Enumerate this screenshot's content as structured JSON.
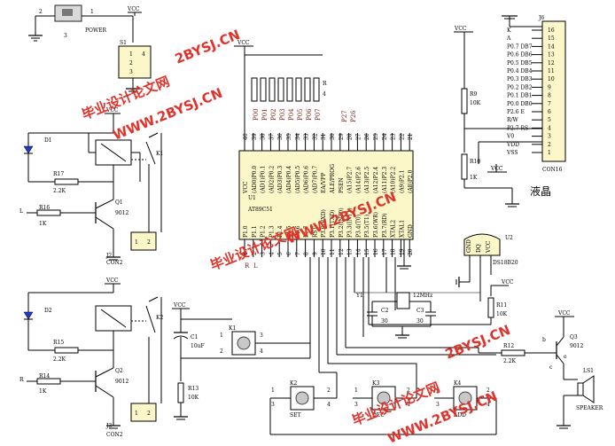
{
  "schematic": {
    "power": {
      "ref": "POWER",
      "pin_left": "2",
      "pin_right": "1",
      "pin_bottom": "3",
      "vcc": "VCC"
    },
    "switch_s1": {
      "ref": "S1",
      "pins": [
        "1",
        "2",
        "3",
        "4"
      ]
    },
    "mcu": {
      "ref": "U1",
      "part": "AT89C51",
      "vcc": "VCC",
      "top_pins": [
        "40",
        "39",
        "38",
        "37",
        "36",
        "35",
        "34",
        "33",
        "32",
        "31",
        "30",
        "29",
        "28",
        "27",
        "26",
        "25",
        "24",
        "23",
        "22",
        "21"
      ],
      "top_labels": [
        "VCC",
        "(AD0)P0.0",
        "(AD1)P0.1",
        "(AD2)P0.2",
        "(AD3)P0.3",
        "(AD4)P0.4",
        "(AD5)P0.5",
        "(AD6)P0.6",
        "(AD7)P0.7",
        "EA/VPP",
        "ALE/PROG",
        "PSEN",
        "(A15)P2.7",
        "(A14)P2.6",
        "(A13)P2.5",
        "(A12)P2.4",
        "(A11)P2.3",
        "(A10)P2.2",
        "(A9)P2.1",
        "(A8)P2.0"
      ],
      "bottom_pins": [
        "1",
        "2",
        "3",
        "4",
        "5",
        "6",
        "7",
        "8",
        "9",
        "10",
        "11",
        "12",
        "13",
        "14",
        "15",
        "16",
        "17",
        "18",
        "19",
        "20"
      ],
      "bottom_labels": [
        "P1.0",
        "P1.1",
        "P1.2",
        "P1.3",
        "P1.4",
        "P1.5",
        "P1.6",
        "P1.7",
        "RST",
        "P3.0(RXD)",
        "P3.1(TXD)",
        "P3.2(INT0)",
        "P3.3(INT1)",
        "P3.4(T0)",
        "P3.5(T1)",
        "P3.6(WR)",
        "P3.7(RD)",
        "XTAL2",
        "XTAL1",
        "GND"
      ],
      "port0_nets": [
        "P00",
        "P01",
        "P02",
        "P03",
        "P04",
        "P05",
        "P06",
        "P07"
      ],
      "p2_nets": [
        "P27",
        "P26"
      ],
      "p1_nets": [
        "R",
        "L"
      ]
    },
    "respack": {
      "ref": "R",
      "count": "4"
    },
    "lcd": {
      "ref": "J6",
      "part": "CON16",
      "caption": "液晶",
      "vcc": "VCC",
      "pins": [
        "16",
        "15",
        "14",
        "13",
        "12",
        "11",
        "10",
        "9",
        "8",
        "7",
        "6",
        "5",
        "4",
        "3",
        "2",
        "1"
      ],
      "nets": [
        "K",
        "A",
        "P0.7 DB7",
        "P0.6 DB6",
        "P0.5 DB5",
        "P0.4 DB4",
        "P0.3 DB3",
        "P0.2 DB2",
        "P0.1 DB1",
        "P0.0 DB0",
        "P2.6 E",
        "R/W",
        "P2.7 RS",
        "V0",
        "VDD",
        "VSS"
      ]
    },
    "r9": {
      "ref": "R9",
      "value": "10K"
    },
    "r10": {
      "ref": "R10",
      "value": "1K"
    },
    "vcc_lcd": "VCC",
    "relay1": {
      "d_ref": "D1",
      "r_ref": "R17",
      "r_val": "2.2K",
      "rb_ref": "R16",
      "rb_val": "1K",
      "q_ref": "Q1",
      "q_val": "9012",
      "k_ref": "K1",
      "j_ref": "J2",
      "j_part": "CON2",
      "net": "L",
      "vcc": "VCC",
      "pins": [
        "1",
        "2"
      ]
    },
    "relay2": {
      "d_ref": "D2",
      "r_ref": "R15",
      "r_val": "2.2K",
      "rb_ref": "R14",
      "rb_val": "1K",
      "q_ref": "Q2",
      "q_val": "9012",
      "k_ref": "K2",
      "j_ref": "J3",
      "j_part": "CON2",
      "net": "R",
      "vcc": "VCC",
      "pins": [
        "1",
        "2"
      ]
    },
    "reset": {
      "vcc": "VCC",
      "c_ref": "C1",
      "c_val": "10uF",
      "r_ref": "R13",
      "r_val": "10K",
      "k_ref": "K1",
      "pins": [
        "1",
        "2",
        "3",
        "4"
      ]
    },
    "crystal": {
      "ref": "Y1",
      "value": "12MHz",
      "c2_ref": "C2",
      "c2_val": "30",
      "c3_ref": "C3",
      "c3_val": "30"
    },
    "sensor": {
      "ref": "U2",
      "part": "DS18B20",
      "pins": [
        "GND",
        "DQ",
        "VCC"
      ],
      "vcc": "VCC",
      "r_ref": "R11",
      "r_val": "10K"
    },
    "buzzer": {
      "vcc": "VCC",
      "q_ref": "Q3",
      "q_val": "9012",
      "r_ref": "R12",
      "r_val": "2.2K",
      "ls_ref": "LS1",
      "ls_part": "SPEAKER",
      "b": "b",
      "c": "c",
      "e": "e"
    },
    "keys": [
      {
        "ref": "K2",
        "label": "SET"
      },
      {
        "ref": "K3",
        "label": "DEC"
      },
      {
        "ref": "K4",
        "label": "ADD"
      }
    ],
    "key_pins": [
      "1",
      "2",
      "3",
      "4"
    ]
  },
  "watermarks": [
    "2BYSJ.CN",
    "毕业设计论文网",
    "WWW.2BYSJ.CN"
  ],
  "colors": {
    "component_fill": "#fbf7c9",
    "watermark": "#e0332b",
    "net_label": "#8b1d10"
  }
}
